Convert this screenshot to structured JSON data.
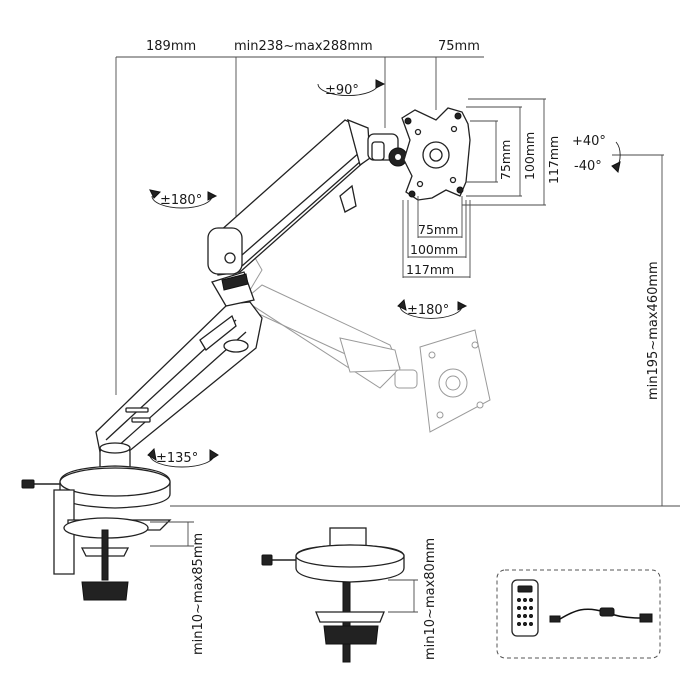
{
  "dimensions": {
    "top_left": "189mm",
    "top_mid": "min238~max288mm",
    "top_right": "75mm",
    "vesa_h_75": "75mm",
    "vesa_h_100": "100mm",
    "vesa_h_117": "117mm",
    "vesa_w_75": "75mm",
    "vesa_w_100": "100mm",
    "vesa_w_117": "117mm",
    "height_range": "min195~max460mm",
    "clamp_range": "min10~max85mm",
    "grommet_range": "min10~max80mm"
  },
  "rotations": {
    "head_swivel": "±90°",
    "tilt_up": "+40°",
    "tilt_down": "-40°",
    "upper_arm": "±180°",
    "vesa_rotate": "±180°",
    "base": "±135°"
  }
}
